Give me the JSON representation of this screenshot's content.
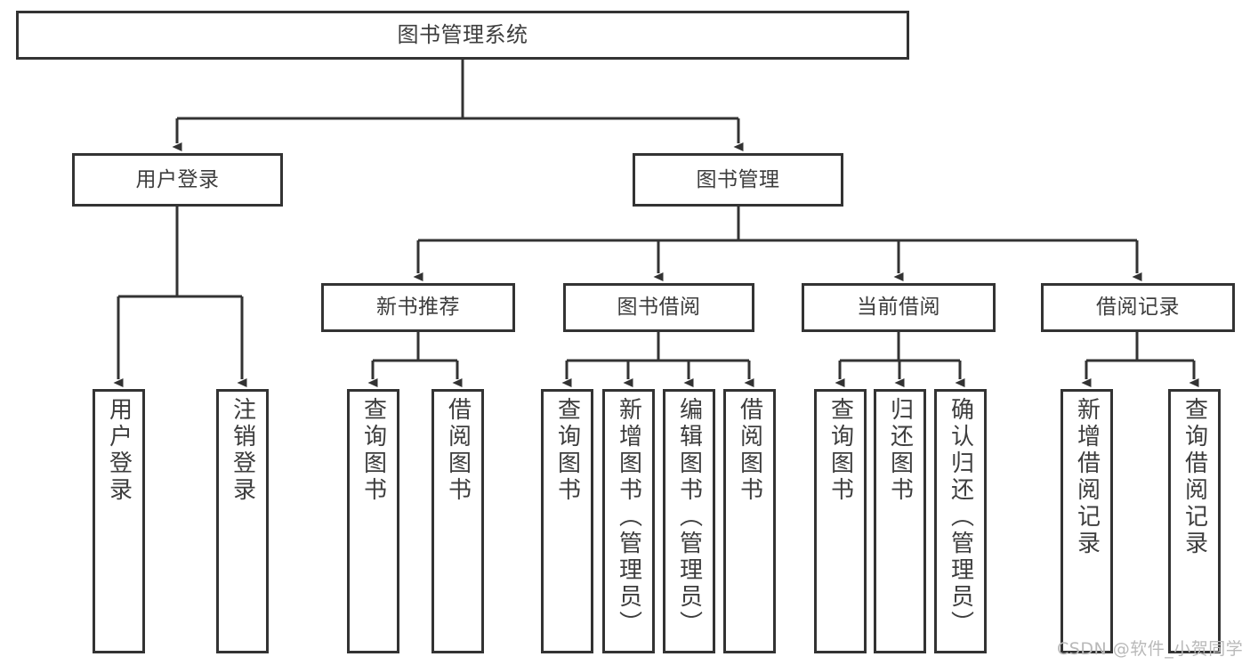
{
  "diagram": {
    "title": "图书管理系统",
    "type": "tree-hierarchy-chart",
    "root": {
      "label": "图书管理系统"
    },
    "level1": [
      {
        "label": "用户登录"
      },
      {
        "label": "图书管理"
      }
    ],
    "level2": [
      {
        "label": "新书推荐"
      },
      {
        "label": "图书借阅"
      },
      {
        "label": "当前借阅"
      },
      {
        "label": "借阅记录"
      }
    ],
    "leaves": {
      "user_login": [
        {
          "label": "用户登录"
        },
        {
          "label": "注销登录"
        }
      ],
      "new_book_recommend": [
        {
          "label": "查询图书"
        },
        {
          "label": "借阅图书"
        }
      ],
      "book_borrow": [
        {
          "label": "查询图书"
        },
        {
          "label": "新增图书（管理员）"
        },
        {
          "label": "编辑图书（管理员）"
        },
        {
          "label": "借阅图书"
        }
      ],
      "current_borrow": [
        {
          "label": "查询图书"
        },
        {
          "label": "归还图书"
        },
        {
          "label": "确认归还（管理员）"
        }
      ],
      "borrow_record": [
        {
          "label": "新增借阅记录"
        },
        {
          "label": "查询借阅记录"
        }
      ]
    }
  },
  "watermark": {
    "text": "CSDN @软件_小贺同学"
  },
  "colors": {
    "border": "#333333",
    "text": "#3d3d3d",
    "background": "#ffffff",
    "watermark": "#b9b9b9"
  }
}
